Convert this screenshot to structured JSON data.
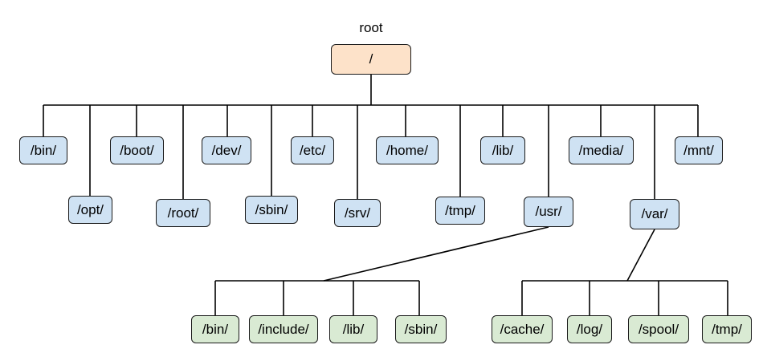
{
  "root": {
    "caption": "root",
    "label": "/"
  },
  "level1": {
    "bin": "/bin/",
    "opt": "/opt/",
    "boot": "/boot/",
    "root": "/root/",
    "dev": "/dev/",
    "sbin": "/sbin/",
    "etc": "/etc/",
    "srv": "/srv/",
    "home": "/home/",
    "tmp": "/tmp/",
    "lib": "/lib/",
    "usr": "/usr/",
    "media": "/media/",
    "var": "/var/",
    "mnt": "/mnt/"
  },
  "usr_children": {
    "bin": "/bin/",
    "include": "/include/",
    "lib": "/lib/",
    "sbin": "/sbin/"
  },
  "var_children": {
    "cache": "/cache/",
    "log": "/log/",
    "spool": "/spool/",
    "tmp": "/tmp/"
  },
  "colors": {
    "root_fill": "#fde2c9",
    "level1_fill": "#cfe2f3",
    "level2_fill": "#d9ead3",
    "stroke": "#1a1a1a"
  }
}
